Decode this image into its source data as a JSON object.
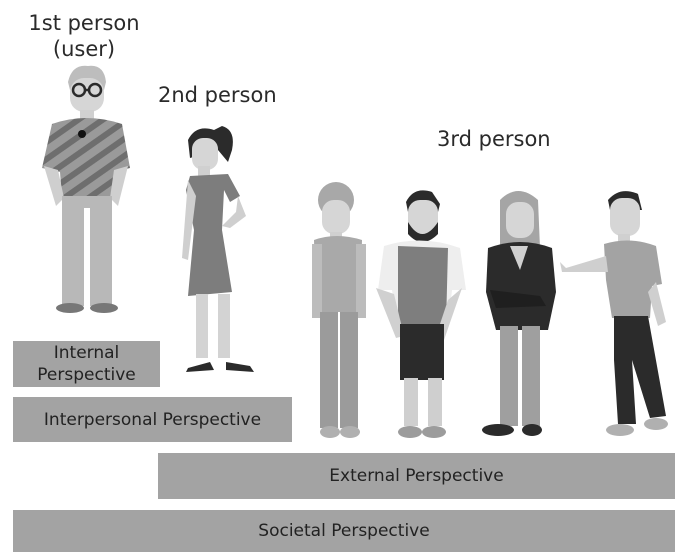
{
  "labels": {
    "first_person_line1": "1st person",
    "first_person_line2": "(user)",
    "second_person": "2nd person",
    "third_person": "3rd person"
  },
  "perspectives": {
    "internal_line1": "Internal",
    "internal_line2": "Perspective",
    "interpersonal": "Interpersonal Perspective",
    "external": "External Perspective",
    "societal": "Societal Perspective"
  },
  "colors": {
    "bar": "#a3a3a3",
    "figure_light": "#c9c9c9",
    "figure_mid": "#8a8a8a",
    "figure_dark": "#2b2b2b"
  }
}
